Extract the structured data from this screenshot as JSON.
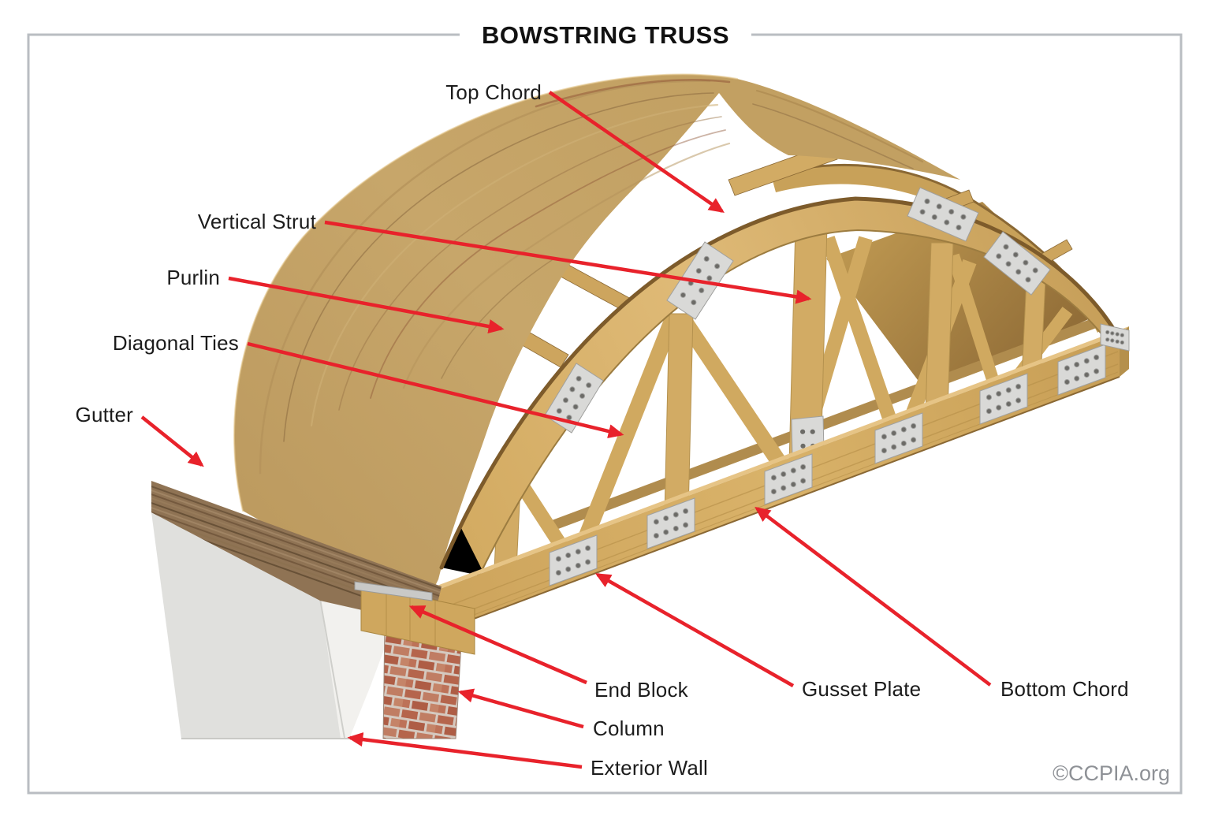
{
  "title": "BOWSTRING TRUSS",
  "watermark": "©CCPIA.org",
  "labels": {
    "top_chord": "Top Chord",
    "vertical_strut": "Vertical Strut",
    "purlin": "Purlin",
    "diagonal_ties": "Diagonal Ties",
    "gutter": "Gutter",
    "end_block": "End Block",
    "column": "Column",
    "exterior_wall": "Exterior Wall",
    "gusset_plate": "Gusset Plate",
    "bottom_chord": "Bottom Chord"
  },
  "colors": {
    "arrow_red": "#e8222b",
    "label_text": "#1c1c1c",
    "frame_border": "#b9bdc2",
    "wood_front": "#d5ae66",
    "wood_deck": "#c2a063",
    "wood_dark_edge": "#7d5b2b",
    "gusset_plate": "#d9d9d7",
    "bolt": "#6c6b67",
    "stucco_light": "#f2f1ee",
    "stucco_shade": "#e0e0dd",
    "brick": "#b5654c",
    "mortar": "#d5c9bf",
    "gutter_wood": "#8f7354",
    "watermark_text": "#8e9196"
  }
}
